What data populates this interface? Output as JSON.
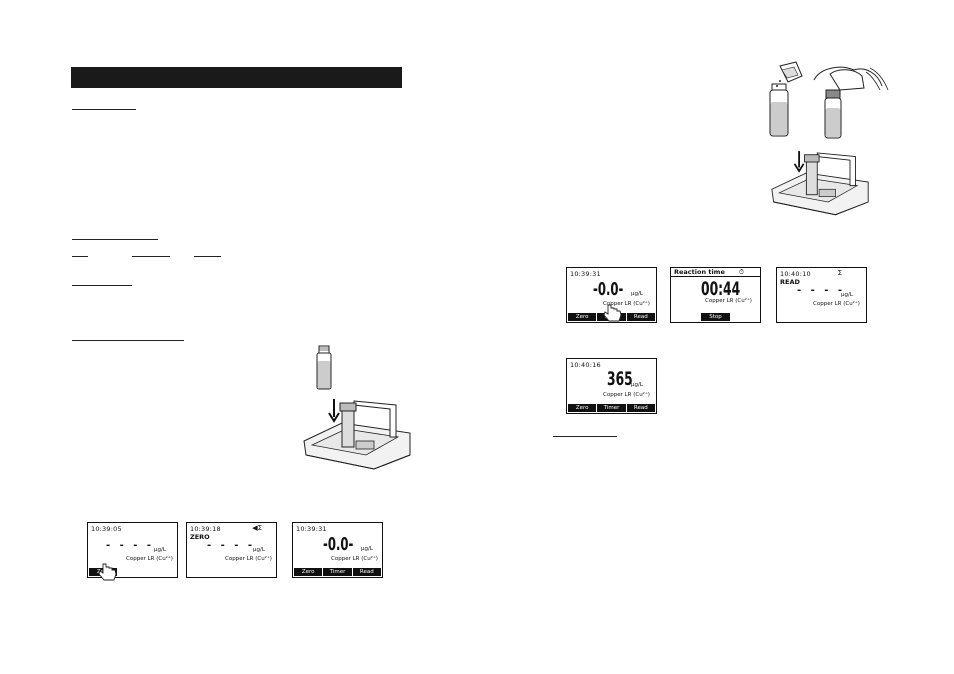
{
  "screens": {
    "s1": {
      "time": "10:39:05",
      "value": "- - - -",
      "unit": "µg/L",
      "param": "Copper LR (Cu²⁺)",
      "keys": [
        "Zero"
      ]
    },
    "s2": {
      "time": "10:39:18",
      "mode": "ZERO",
      "value": "- - - -",
      "unit": "µg/L",
      "param": "Copper LR (Cu²⁺)"
    },
    "s3": {
      "time": "10:39:31",
      "value": "-0.0-",
      "unit": "µg/L",
      "param": "Copper LR (Cu²⁺)",
      "keys": [
        "Zero",
        "Timer",
        "Read"
      ]
    },
    "s4": {
      "time": "10:39:31",
      "value": "-0.0-",
      "unit": "µg/L",
      "param": "Copper LR (Cu²⁺)",
      "keys": [
        "Zero",
        "Timer",
        "Read"
      ]
    },
    "s5": {
      "title": "Reaction time",
      "value": "00:44",
      "param": "Copper LR (Cu²⁺)",
      "keys": [
        "Stop"
      ]
    },
    "s6": {
      "time": "10:40:10",
      "mode": "READ",
      "value": "- - - -",
      "unit": "µg/L",
      "param": "Copper LR (Cu²⁺)"
    },
    "s7": {
      "time": "10:40:16",
      "value": "365",
      "unit": "µg/L",
      "param": "Copper LR (Cu²⁺)",
      "keys": [
        "Zero",
        "Timer",
        "Read"
      ]
    }
  },
  "icons": {
    "s2": "lamp-sigma-icon",
    "s5": "timer-icon",
    "s6": "sigma-icon"
  }
}
